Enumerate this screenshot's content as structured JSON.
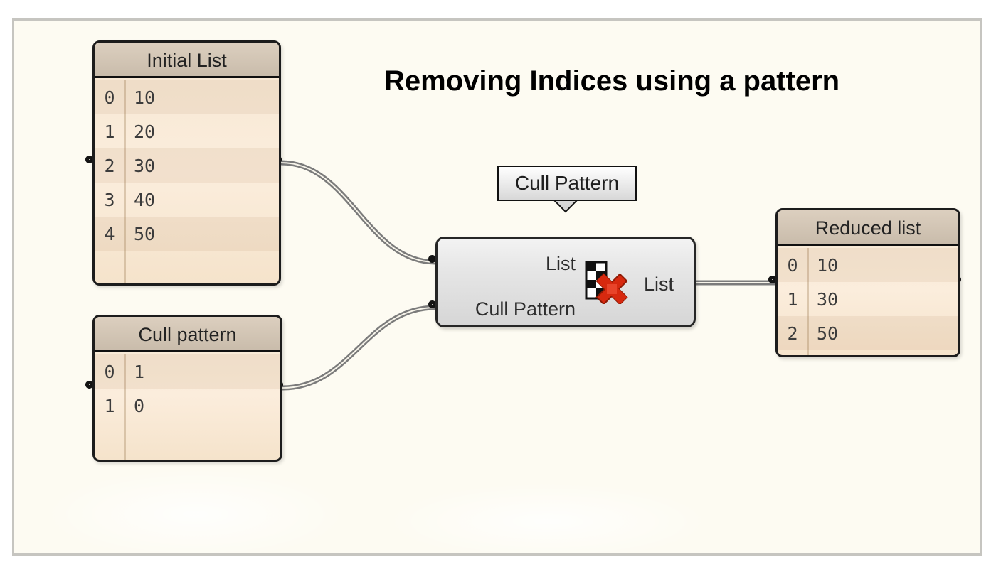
{
  "title": "Removing Indices using a pattern",
  "colors": {
    "canvas_background": "#FDFBF2",
    "frame_border": "#C6C5C0",
    "panel_header": "#CFC2B0",
    "panel_body": "#F8E9D6",
    "panel_border": "#1C1C1C",
    "component_body": "#E0E0E0",
    "wire": "#7B7B7B",
    "icon_red_x": "#D42B10"
  },
  "panels": {
    "initial_list": {
      "title": "Initial List",
      "rows": [
        {
          "index": "0",
          "value": "10"
        },
        {
          "index": "1",
          "value": "20"
        },
        {
          "index": "2",
          "value": "30"
        },
        {
          "index": "3",
          "value": "40"
        },
        {
          "index": "4",
          "value": "50"
        }
      ]
    },
    "cull_pattern": {
      "title": "Cull pattern",
      "rows": [
        {
          "index": "0",
          "value": "1"
        },
        {
          "index": "1",
          "value": "0"
        }
      ]
    },
    "reduced_list": {
      "title": "Reduced list",
      "rows": [
        {
          "index": "0",
          "value": "10"
        },
        {
          "index": "1",
          "value": "30"
        },
        {
          "index": "2",
          "value": "50"
        }
      ]
    }
  },
  "component": {
    "tooltip": "Cull Pattern",
    "inputs": [
      {
        "label": "List"
      },
      {
        "label": "Cull Pattern"
      }
    ],
    "outputs": [
      {
        "label": "List"
      }
    ],
    "icon": "cull-pattern-checkered-flag-with-red-x"
  },
  "connections": [
    {
      "from": "Initial List",
      "to": "Cull Pattern component input List"
    },
    {
      "from": "Cull pattern panel",
      "to": "Cull Pattern component input Cull Pattern"
    },
    {
      "from": "Cull Pattern component output List",
      "to": "Reduced list"
    }
  ]
}
